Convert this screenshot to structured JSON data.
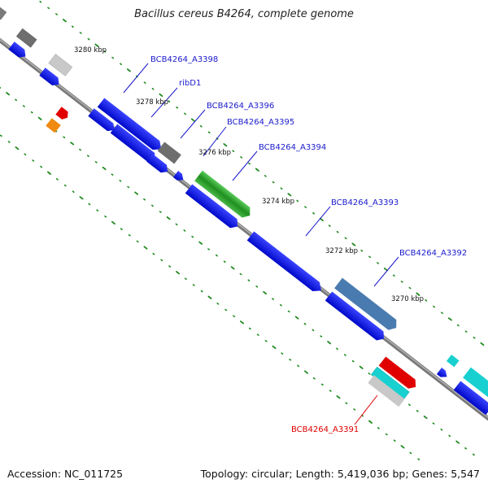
{
  "title": "Bacillus cereus B4264, complete genome",
  "footer": {
    "accession": "Accession: NC_011725",
    "summary": "Topology: circular; Length: 5,419,036 bp; Genes: 5,547"
  },
  "kbp_labels": [
    "3280 kbp",
    "3278 kbp",
    "3276 kbp",
    "3274 kbp",
    "3272 kbp",
    "3270 kbp"
  ],
  "gene_labels": [
    "BCB4264_A3398",
    "ribD1",
    "BCB4264_A3396",
    "BCB4264_A3395",
    "BCB4264_A3394",
    "BCB4264_A3393",
    "BCB4264_A3392",
    "BCB4264_A3391"
  ],
  "colors": {
    "backbone": "#8a8a8a",
    "gene_blue": "#0a14f0",
    "label_blue": "#1a1acc",
    "label_red": "#dd0000",
    "tick_green": "#1e8a1e",
    "gene_green": "#2a9a2a",
    "gene_red": "#e00000",
    "gene_cyan": "#18d0d0",
    "gene_steel": "#4a7bb0",
    "gene_gray": "#7a7a7a",
    "gene_lightgray": "#c8c8c8",
    "gene_orange": "#f08a10"
  }
}
